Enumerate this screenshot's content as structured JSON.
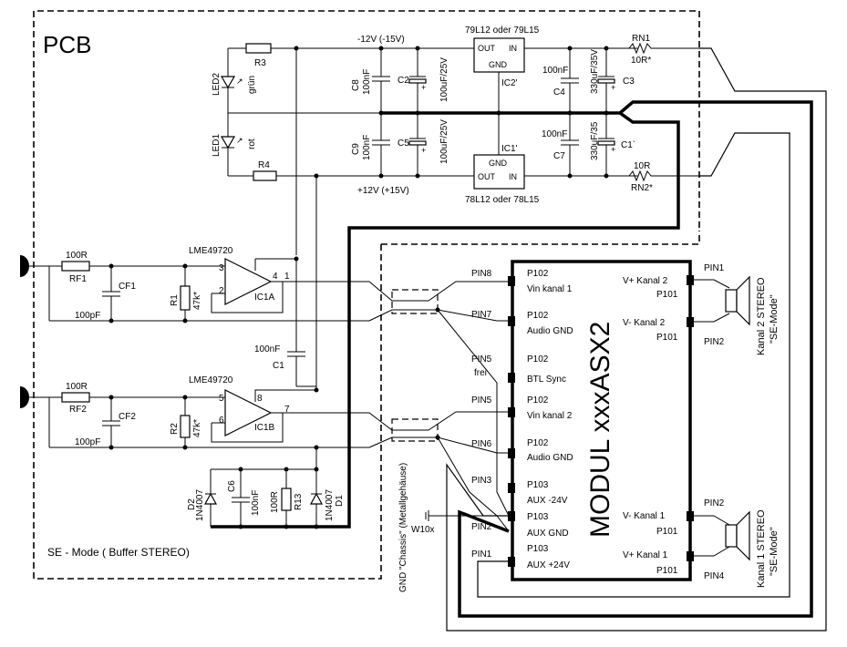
{
  "board": {
    "title": "PCB",
    "mode_label": "SE - Mode ( Buffer STEREO)"
  },
  "module": {
    "title": "MODUL xxxASX2",
    "left_pins": [
      {
        "label": "P102",
        "desc": "Vin kanal 1"
      },
      {
        "label": "P102",
        "desc": "Audio GND"
      },
      {
        "label": "P102",
        "desc": "BTL Sync"
      },
      {
        "label": "P102",
        "desc": "Vin kanal 2"
      },
      {
        "label": "P102",
        "desc": "Audio GND"
      },
      {
        "label": "P103",
        "desc": "AUX -24V"
      },
      {
        "label": "P103",
        "desc": "AUX GND"
      },
      {
        "label": "P103",
        "desc": "AUX +24V"
      }
    ],
    "right_pins": [
      {
        "label": "V+  Kanal 2",
        "port": "P101"
      },
      {
        "label": "V-  Kanal 2",
        "port": "P101"
      },
      {
        "label": "V-  Kanal 1",
        "port": "P101"
      },
      {
        "label": "V+  Kanal 1",
        "port": "P101"
      }
    ]
  },
  "cable_pins": [
    "PIN8",
    "PIN7",
    "PIN5",
    "frei",
    "PIN5",
    "PIN6",
    "PIN3",
    "PIN2",
    "PIN1"
  ],
  "speakers": {
    "top": {
      "pin_a": "PIN1",
      "pin_b": "PIN2",
      "label1": "Kanal 2 STEREO",
      "label2": "\"SE-Mode\""
    },
    "bottom": {
      "pin_a": "PIN2",
      "pin_b": "PIN4",
      "label1": "Kanal 1 STEREO",
      "label2": "\"SE-Mode\""
    }
  },
  "power": {
    "neg_rail": "-12V (-15V)",
    "pos_rail": "+12V (+15V)",
    "ic2_part": "79L12 oder 79L15",
    "ic1_part": "78L12 oder 78L15",
    "ic2": "IC2'",
    "ic1": "IC1'",
    "out": "OUT",
    "in": "IN",
    "gnd": "GND",
    "rn1": "RN1",
    "rn1_val": "10R*",
    "rn2": "RN2*",
    "rn2_val": "10R",
    "c8": "C8",
    "c8_val": "100nF",
    "c2": "C2",
    "c2_val": "100uF/25V",
    "c9": "C9",
    "c9_val": "100nF",
    "c5": "C5",
    "c5_val": "100uF/25V",
    "c4": "C4",
    "c4_val": "100nF",
    "c3": "C3",
    "c3_val": "330uF/35V",
    "c7": "C7",
    "c7_val": "100nF",
    "c1p": "C1`",
    "c1p_val": "330uF/35",
    "r3": "R3",
    "r4": "R4",
    "led2": "LED2",
    "led2_col": "grün",
    "led1": "LED1",
    "led1_col": "rot",
    "plus": "+"
  },
  "channels": [
    {
      "rf": "RF1",
      "rf_val": "100R",
      "cf": "CF1",
      "cf_val": "100pF",
      "r": "R1",
      "r_val": "47k*",
      "ic": "IC1A",
      "opamp": "LME49720",
      "pin_plus": "3",
      "pin_minus": "2",
      "pin_out": "1",
      "pin_supply": "4"
    },
    {
      "rf": "RF2",
      "rf_val": "100R",
      "cf": "CF2",
      "cf_val": "100pF",
      "r": "R2",
      "r_val": "47k*",
      "ic": "IC1B",
      "opamp": "LME49720",
      "pin_plus": "5",
      "pin_minus": "6",
      "pin_out": "7",
      "pin_supply": "8"
    }
  ],
  "misc": {
    "c1": "C1",
    "c1_val": "100nF",
    "d2": "D2",
    "d2_part": "1N4007",
    "c6": "C6",
    "c6_val": "100nF",
    "r13": "R13",
    "r13_val": "100R",
    "d1": "D1",
    "d1_part": "1N4007",
    "chassis": "GND \"Chassis\" (Metallgehäuse)",
    "w10": "W10x"
  }
}
